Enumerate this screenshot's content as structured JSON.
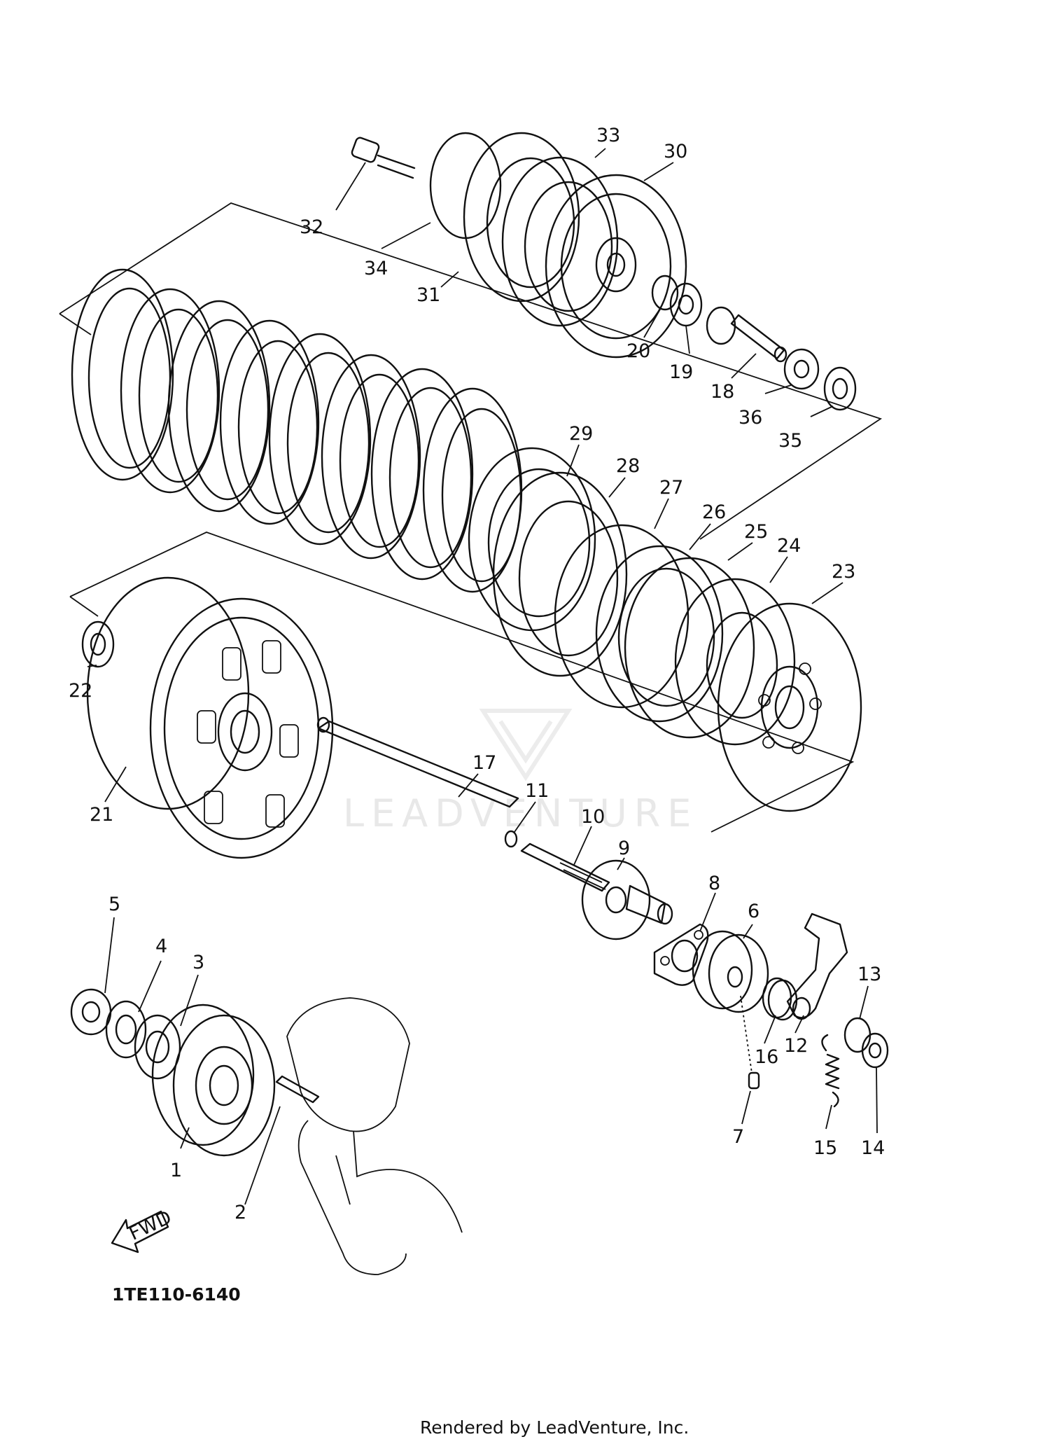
{
  "diagram": {
    "part_numbers": [
      "1",
      "2",
      "3",
      "4",
      "5",
      "6",
      "7",
      "8",
      "9",
      "10",
      "11",
      "12",
      "13",
      "14",
      "15",
      "16",
      "17",
      "18",
      "19",
      "20",
      "21",
      "22",
      "23",
      "24",
      "25",
      "26",
      "27",
      "28",
      "29",
      "30",
      "31",
      "32",
      "33",
      "34",
      "35",
      "36"
    ],
    "fwd_label": "FWD",
    "watermark": "LEADVENTURE",
    "diagram_code": "1TE110-6140",
    "footer": "Rendered by LeadVenture, Inc."
  }
}
